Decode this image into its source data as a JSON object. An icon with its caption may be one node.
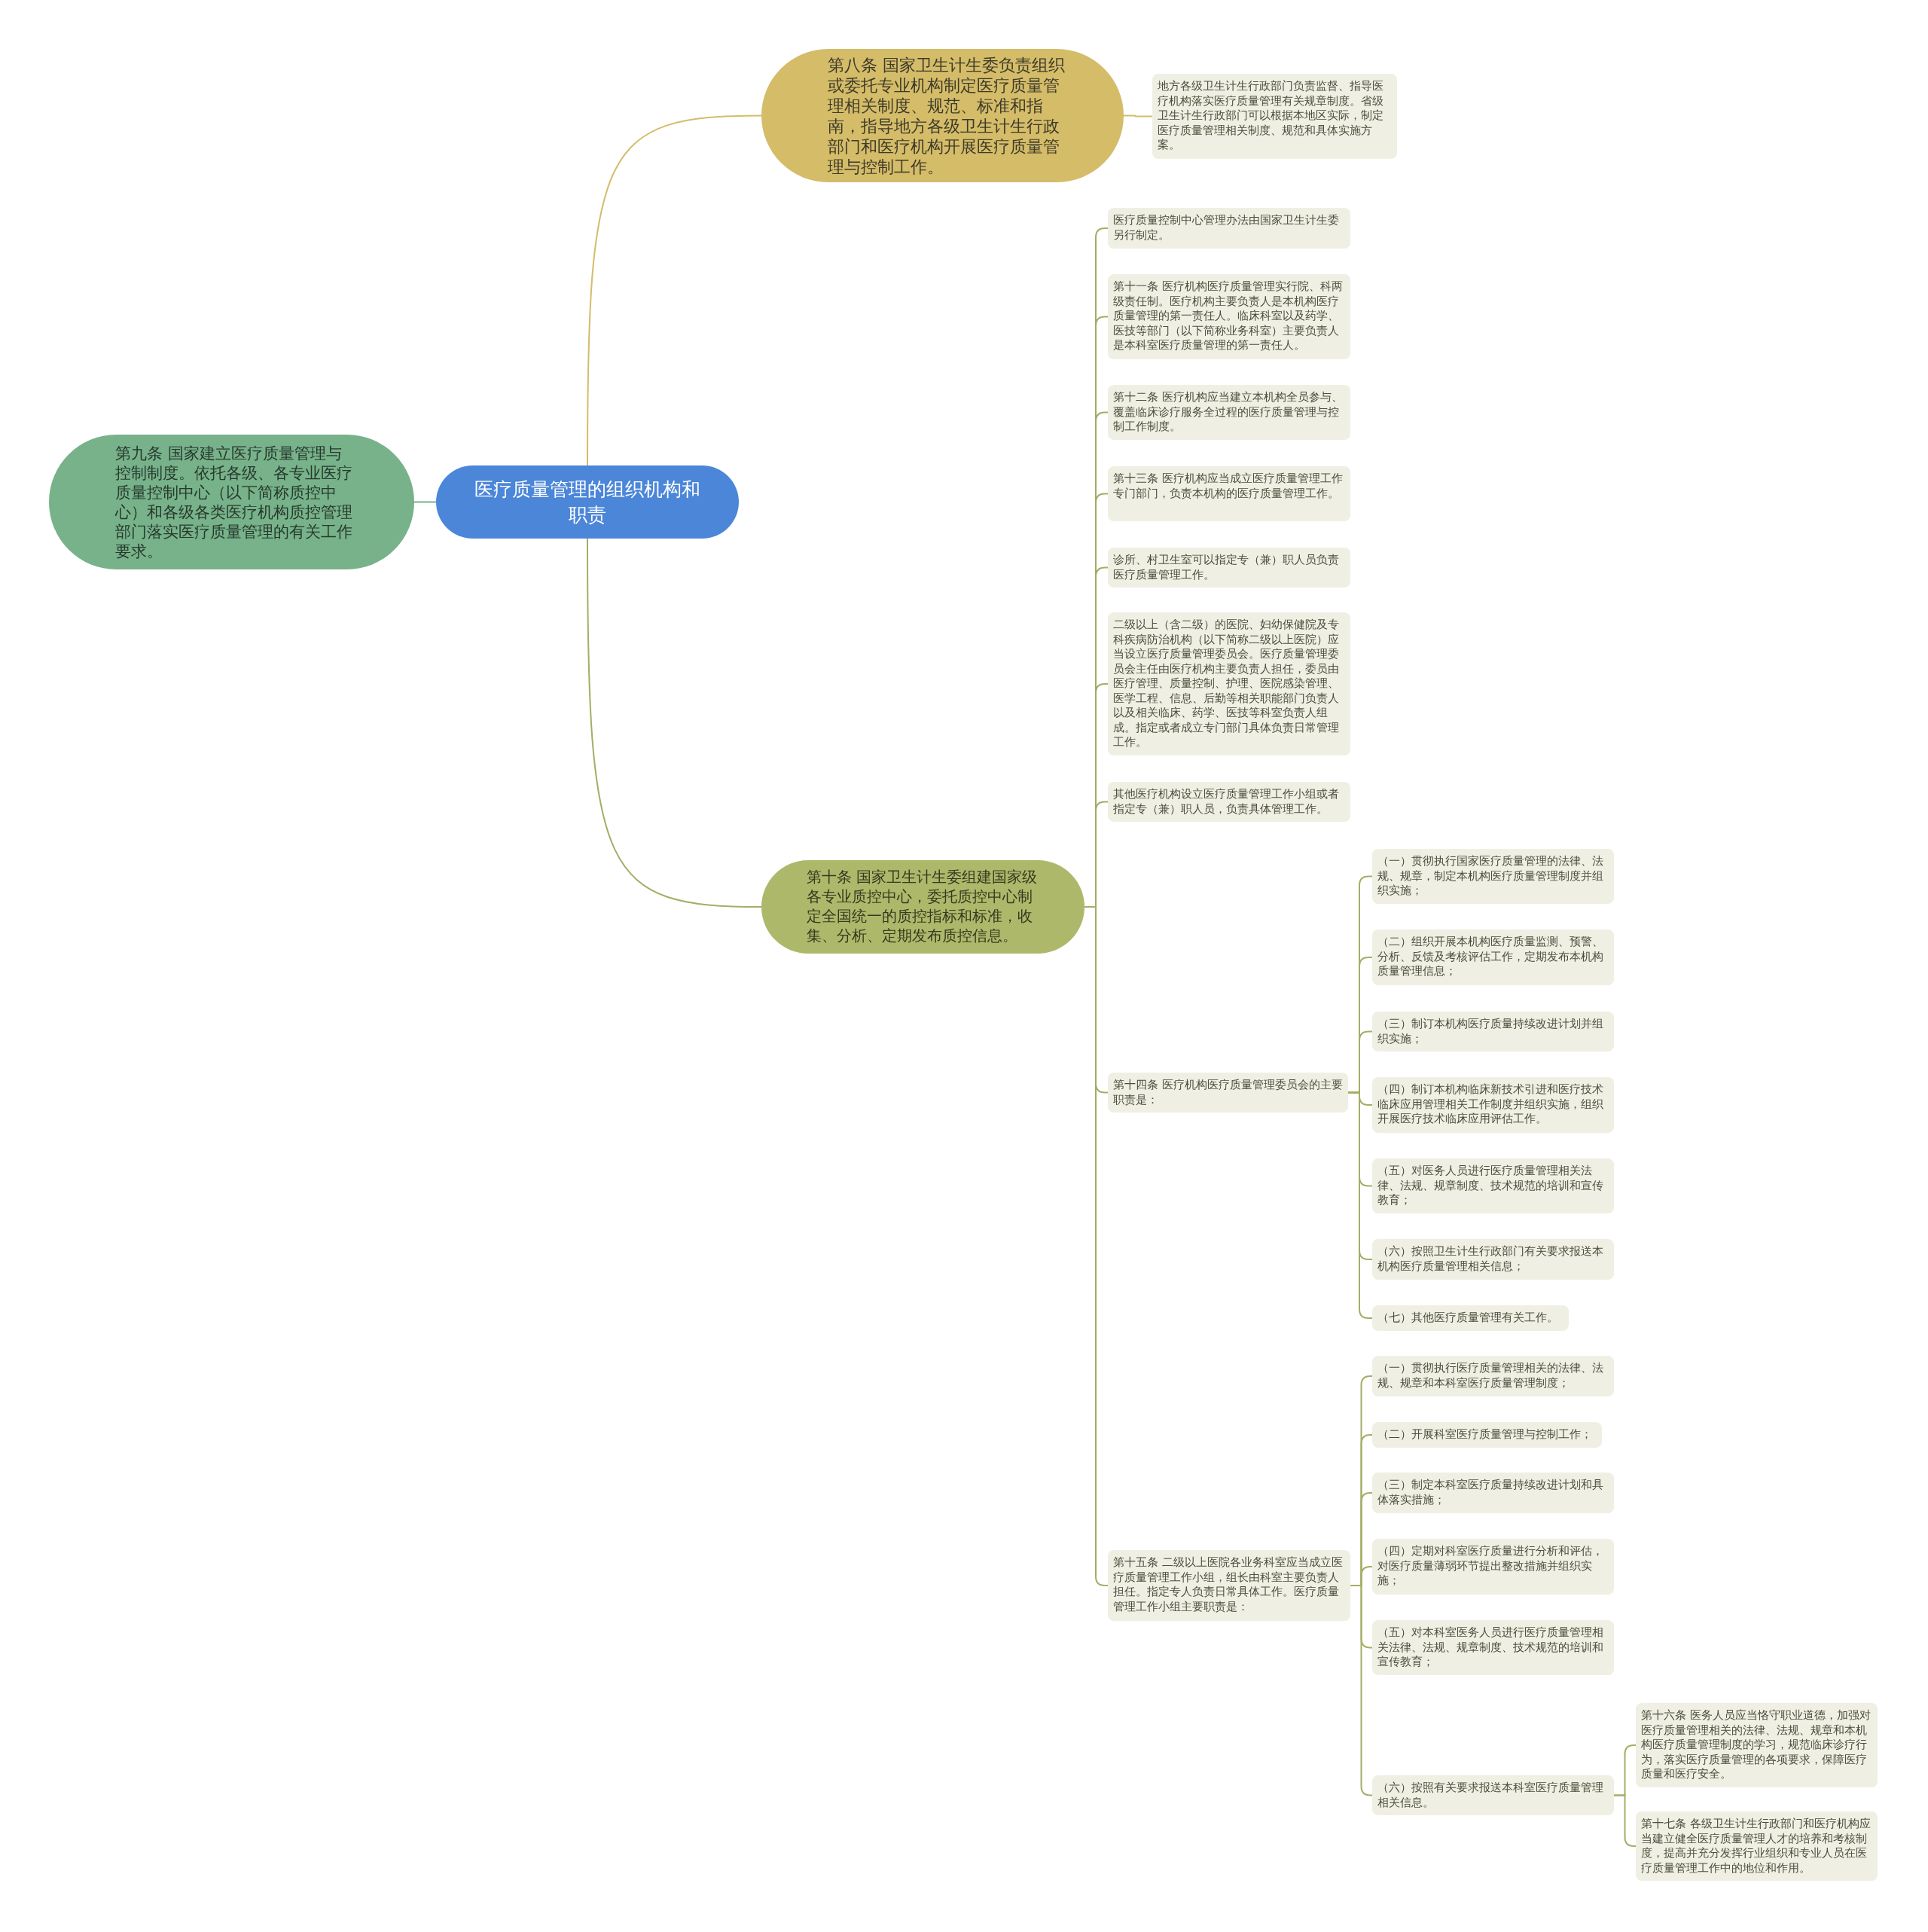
{
  "diagram": {
    "nodes": [
      {
        "text": [
          "医疗质量管理的组织机构和职责"
        ]
      },
      {
        "text": [
          "第八条 国家卫生计生委负责组织或委托专业机构制定医疗质量管理相关制度、规范、标准和指南，指导地方各级卫生计生行政部门和医疗机构开展医疗质量管理与控制工作。"
        ]
      },
      {
        "text": [
          "地方各级卫生计生行政部门负责监督、指导医疗机构落实医疗质量管理有关规章制度。省级卫生计生行政部门可以根据本地区实际，制定医疗质量管理相关制度、规范和具体实施方案。"
        ]
      },
      {
        "text": [
          "第九条 国家建立医疗质量管理与控制制度。依托各级、各专业医疗质量控制中心（以下简称质控中心）和各级各类医疗机构质控管理部门落实医疗质量管理的有关工作要求。"
        ]
      },
      {
        "text": [
          "第十条 国家卫生计生委组建国家级各专业质控中心，委托质控中心制定全国统一的质控指标和标准，收集、分析、定期发布质控信息。"
        ]
      },
      {
        "text": [
          "医疗质量控制中心管理办法由国家卫生计生委另行制定。"
        ]
      },
      {
        "text": [
          "第十一条 医疗机构医疗质量管理实行院、科两级责任制。医疗机构主要负责人是本机构医疗质量管理的第一责任人。临床科室以及药学、医技等部门（以下简称业务科室）主要负责人是本科室医疗质量管理的第一责任人。"
        ]
      },
      {
        "text": [
          "第十二条 医疗机构应当建立本机构全员参与、覆盖临床诊疗服务全过程的医疗质量管理与控制工作制度。"
        ]
      },
      {
        "text": [
          "第十三条 医疗机构应当成立医疗质量管理工作专门部门，负责本机构的医疗质量管理工作。"
        ]
      },
      {
        "text": [
          "诊所、村卫生室可以指定专（兼）职人员负责医疗质量管理工作。"
        ]
      },
      {
        "text": [
          "二级以上（含二级）的医院、妇幼保健院及专科疾病防治机构（以下简称二级以上医院）应当设立医疗质量管理委员会。医疗质量管理委员会主任由医疗机构主要负责人担任，委员由医疗管理、质量控制、护理、医院感染管理、医学工程、信息、后勤等相关职能部门负责人以及相关临床、药学、医技等科室负责人组成。指定或者成立专门部门具体负责日常管理工作。"
        ]
      },
      {
        "text": [
          "其他医疗机构设立医疗质量管理工作小组或者指定专（兼）职人员，负责具体管理工作。"
        ]
      },
      {
        "text": [
          "第十四条 医疗机构医疗质量管理委员会的主要职责是："
        ]
      },
      {
        "text": [
          "（一）贯彻执行国家医疗质量管理的法律、法规、规章，制定本机构医疗质量管理制度并组织实施；"
        ]
      },
      {
        "text": [
          "（二）组织开展本机构医疗质量监测、预警、分析、反馈及考核评估工作，定期发布本机构质量管理信息；"
        ]
      },
      {
        "text": [
          "（三）制订本机构医疗质量持续改进计划并组织实施；"
        ]
      },
      {
        "text": [
          "（四）制订本机构临床新技术引进和医疗技术临床应用管理相关工作制度并组织实施，组织开展医疗技术临床应用评估工作。"
        ]
      },
      {
        "text": [
          "（五）对医务人员进行医疗质量管理相关法律、法规、规章制度、技术规范的培训和宣传教育；"
        ]
      },
      {
        "text": [
          "（六）按照卫生计生行政部门有关要求报送本机构医疗质量管理相关信息；"
        ]
      },
      {
        "text": [
          "（七）其他医疗质量管理有关工作。"
        ]
      },
      {
        "text": [
          "第十五条 二级以上医院各业务科室应当成立医疗质量管理工作小组，组长由科室主要负责人担任。指定专人负责日常具体工作。医疗质量管理工作小组主要职责是："
        ]
      },
      {
        "text": [
          "（一）贯彻执行医疗质量管理相关的法律、法规、规章和本科室医疗质量管理制度；"
        ]
      },
      {
        "text": [
          "（二）开展科室医疗质量管理与控制工作；"
        ]
      },
      {
        "text": [
          "（三）制定本科室医疗质量持续改进计划和具体落实措施；"
        ]
      },
      {
        "text": [
          "（四）定期对科室医疗质量进行分析和评估，对医疗质量薄弱环节提出整改措施并组织实施；"
        ]
      },
      {
        "text": [
          "（五）对本科室医务人员进行医疗质量管理相关法律、法规、规章制度、技术规范的培训和宣传教育；"
        ]
      },
      {
        "text": [
          "（六）按照有关要求报送本科室医疗质量管理相关信息。"
        ]
      },
      {
        "text": [
          "第十六条 医务人员应当恪守职业道德，加强对医疗质量管理相关的法律、法规、规章和本机构医疗质量管理制度的学习，规范临床诊疗行为，落实医疗质量管理的各项要求，保障医疗质量和医疗安全。"
        ]
      },
      {
        "text": [
          "第十七条 各级卫生计生行政部门和医疗机构应当建立健全医疗质量管理人才的培养和考核制度，提高并充分发挥行业组织和专业人员在医疗质量管理工作中的地位和作用。"
        ]
      }
    ],
    "edges": [
      {
        "from": 0,
        "to": 1,
        "arrow": "none",
        "color": "#d4bc69"
      },
      {
        "from": 0,
        "to": 3,
        "arrow": "none",
        "color": "#77b28a"
      },
      {
        "from": 0,
        "to": 4,
        "arrow": "none"
      },
      {
        "from": 1,
        "to": 2,
        "arrow": "none",
        "color": "#d4bc69"
      },
      {
        "from": 4,
        "to": 5,
        "arrow": "none"
      },
      {
        "from": 4,
        "to": 6,
        "arrow": "none"
      },
      {
        "from": 4,
        "to": 7,
        "arrow": "none"
      },
      {
        "from": 4,
        "to": 8,
        "arrow": "none"
      },
      {
        "from": 4,
        "to": 9,
        "arrow": "none"
      },
      {
        "from": 4,
        "to": 10,
        "arrow": "none"
      },
      {
        "from": 4,
        "to": 11,
        "arrow": "none"
      },
      {
        "from": 4,
        "to": 12,
        "arrow": "none"
      },
      {
        "from": 4,
        "to": 20,
        "arrow": "none"
      },
      {
        "from": 12,
        "to": 13,
        "arrow": "none"
      },
      {
        "from": 12,
        "to": 14,
        "arrow": "none"
      },
      {
        "from": 12,
        "to": 15,
        "arrow": "none"
      },
      {
        "from": 12,
        "to": 16,
        "arrow": "none"
      },
      {
        "from": 12,
        "to": 17,
        "arrow": "none"
      },
      {
        "from": 12,
        "to": 18,
        "arrow": "none"
      },
      {
        "from": 12,
        "to": 19,
        "arrow": "none"
      },
      {
        "from": 20,
        "to": 21,
        "arrow": "none"
      },
      {
        "from": 20,
        "to": 22,
        "arrow": "none"
      },
      {
        "from": 20,
        "to": 23,
        "arrow": "none"
      },
      {
        "from": 20,
        "to": 24,
        "arrow": "none"
      },
      {
        "from": 20,
        "to": 25,
        "arrow": "none"
      },
      {
        "from": 20,
        "to": 26,
        "arrow": "none"
      },
      {
        "from": 26,
        "to": 27,
        "arrow": "none"
      },
      {
        "from": 26,
        "to": 28,
        "arrow": "none"
      }
    ]
  }
}
